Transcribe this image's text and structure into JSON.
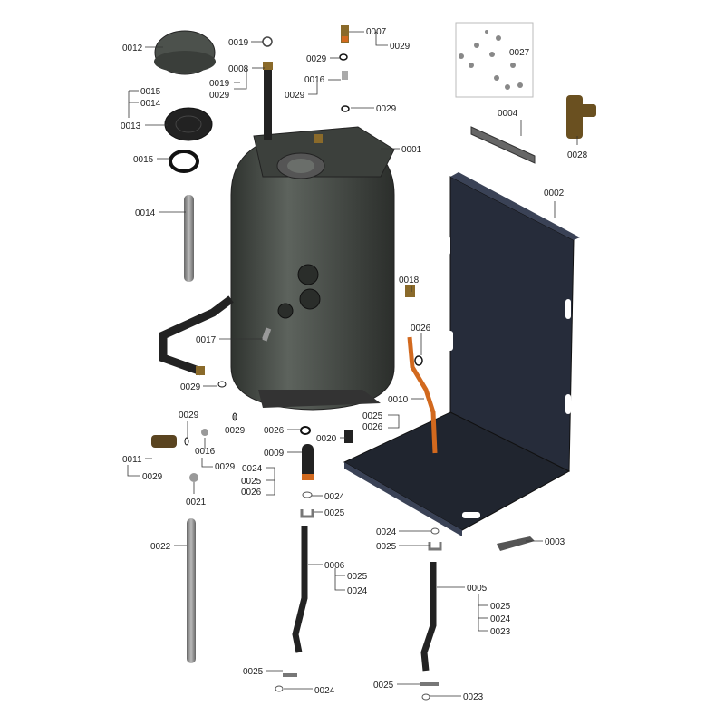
{
  "labels": [
    "0012",
    "0019",
    "0007",
    "0029",
    "0029",
    "0008",
    "0016",
    "0019",
    "0029",
    "0029",
    "0015",
    "0014",
    "0013",
    "0029",
    "0027",
    "0004",
    "0001",
    "0028",
    "0015",
    "0002",
    "0014",
    "0018",
    "0026",
    "0017",
    "0010",
    "0025",
    "0026",
    "0029",
    "0029",
    "0029",
    "0026",
    "0020",
    "0016",
    "0009",
    "0011",
    "0029",
    "0024",
    "0025",
    "0026",
    "0029",
    "0021",
    "0024",
    "0025",
    "0022",
    "0024",
    "0003",
    "0025",
    "0006",
    "0025",
    "0024",
    "0005",
    "0025",
    "0024",
    "0023",
    "0025",
    "0024",
    "0025",
    "0023"
  ],
  "colors": {
    "tank": "#4a4f4a",
    "frame": "#262c3a",
    "copper": "#d2691e",
    "brass": "#8a6a2a"
  }
}
